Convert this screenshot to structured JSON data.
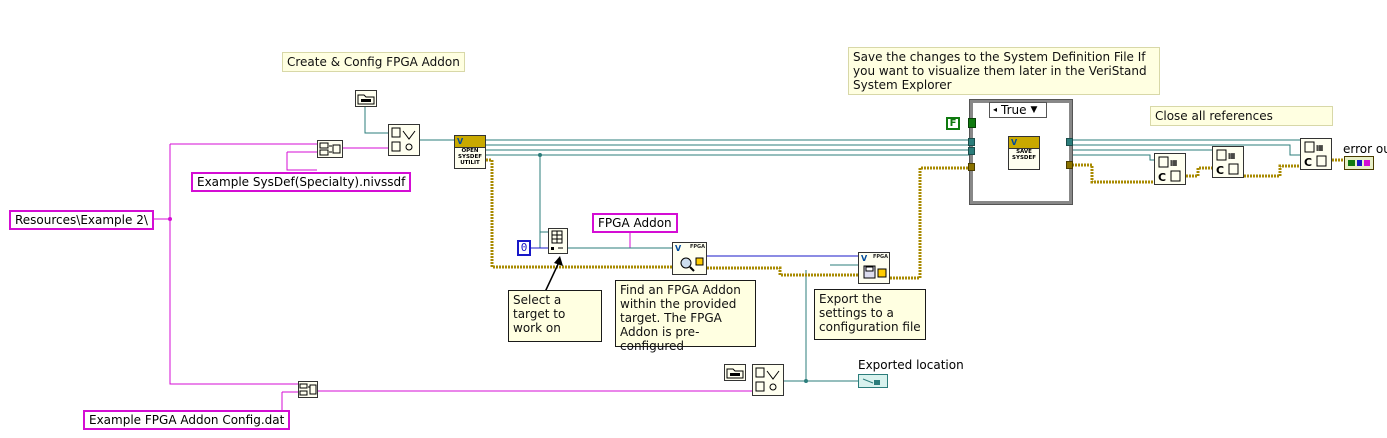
{
  "comments": {
    "create_config": "Create & Config FPGA Addon",
    "save_changes": "Save the changes to the System Definition File If you want to visualize them later in the VeriStand System Explorer",
    "close_refs": "Close all references",
    "select_target": "Select a target to work on",
    "find_addon": "Find an FPGA Addon within the provided target. The FPGA Addon is pre-configured",
    "export_settings": "Export the settings to a configuration file"
  },
  "constants": {
    "resources_path": "Resources\\Example 2\\",
    "sysdef_file": "Example SysDef(Specialty).nivssdf",
    "fpga_addon_name": "FPGA Addon",
    "target_index": "0",
    "config_file": "Example FPGA Addon Config.dat"
  },
  "case_structure": {
    "selector_value": "True",
    "selector_arrow": "▼",
    "boolean_constant": "F"
  },
  "subvis": {
    "open_sysdef": "OPEN SYSDEF UTILIT",
    "save_sysdef": "SAVE SYSDEF",
    "fpga_tag": "FPGA",
    "v_logo": "V"
  },
  "indicators": {
    "exported_location": "Exported location",
    "error_out": "error out"
  },
  "colors": {
    "path_wire": "#d40dd4",
    "refnum_wire": "#2b7d7b",
    "error_wire": "#c9a900",
    "numeric_wire": "#1818c8",
    "comment_bg": "#ffffe1"
  }
}
